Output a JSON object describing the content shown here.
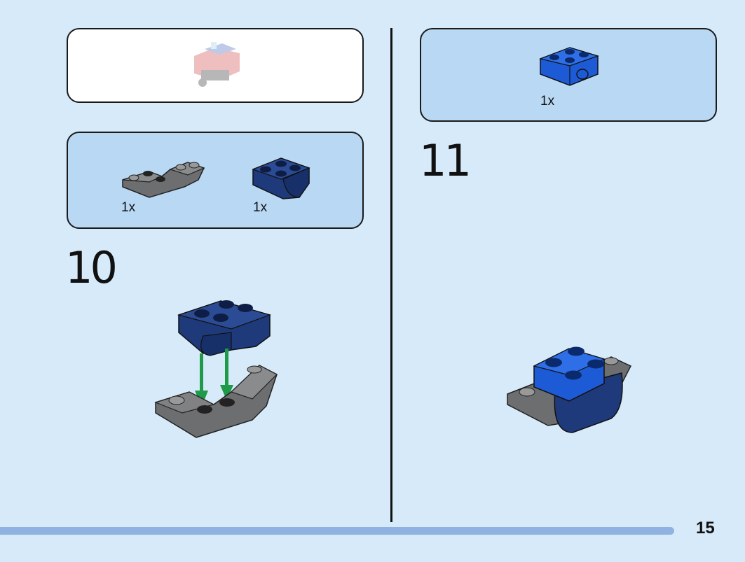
{
  "sidebar_preview": {
    "icon": "completed-model-preview-icon"
  },
  "steps": [
    {
      "number": "10",
      "parts": [
        {
          "qty": "1x",
          "icon": "dark-gray-inverted-slope-brick-icon",
          "color": "#6d6e70"
        },
        {
          "qty": "1x",
          "icon": "dark-blue-curved-slope-brick-icon",
          "color": "#1f3a7a"
        }
      ]
    },
    {
      "number": "11",
      "parts": [
        {
          "qty": "1x",
          "icon": "blue-brick-with-hole-icon",
          "color": "#1d5bd6"
        }
      ]
    }
  ],
  "arrow_color": "#1e9a48",
  "page_number": "15",
  "progress": 0.9
}
